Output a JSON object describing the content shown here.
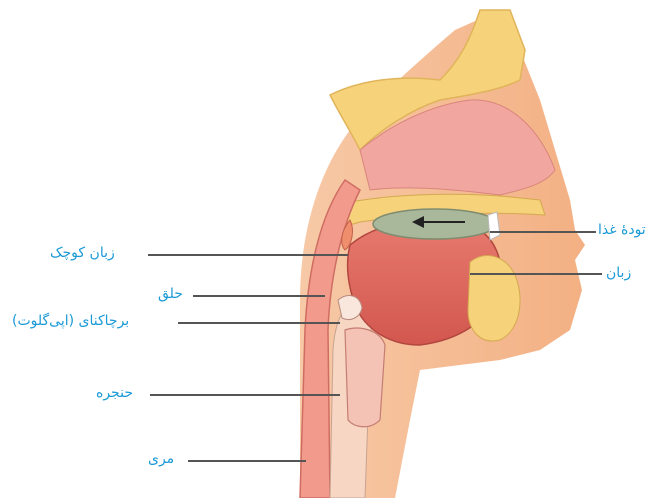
{
  "labels": {
    "soft_palate": "زبان کوچک",
    "pharynx": "حلق",
    "epiglottis": "برچاکنای (اپی‌گلوت)",
    "larynx": "حنجره",
    "esophagus": "مری",
    "food_bolus": "تودهٔ غذا",
    "tongue": "زبان"
  },
  "colors": {
    "label_text": "#1a9ad6",
    "leader_line": "#555555",
    "flesh_outer": "#f4b88a",
    "flesh_mid": "#ee8e6c",
    "tissue_pink": "#f2a6a0",
    "muscle_red": "#d9534f",
    "bone": "#f6d27a",
    "bolus": "#a9b79a"
  }
}
